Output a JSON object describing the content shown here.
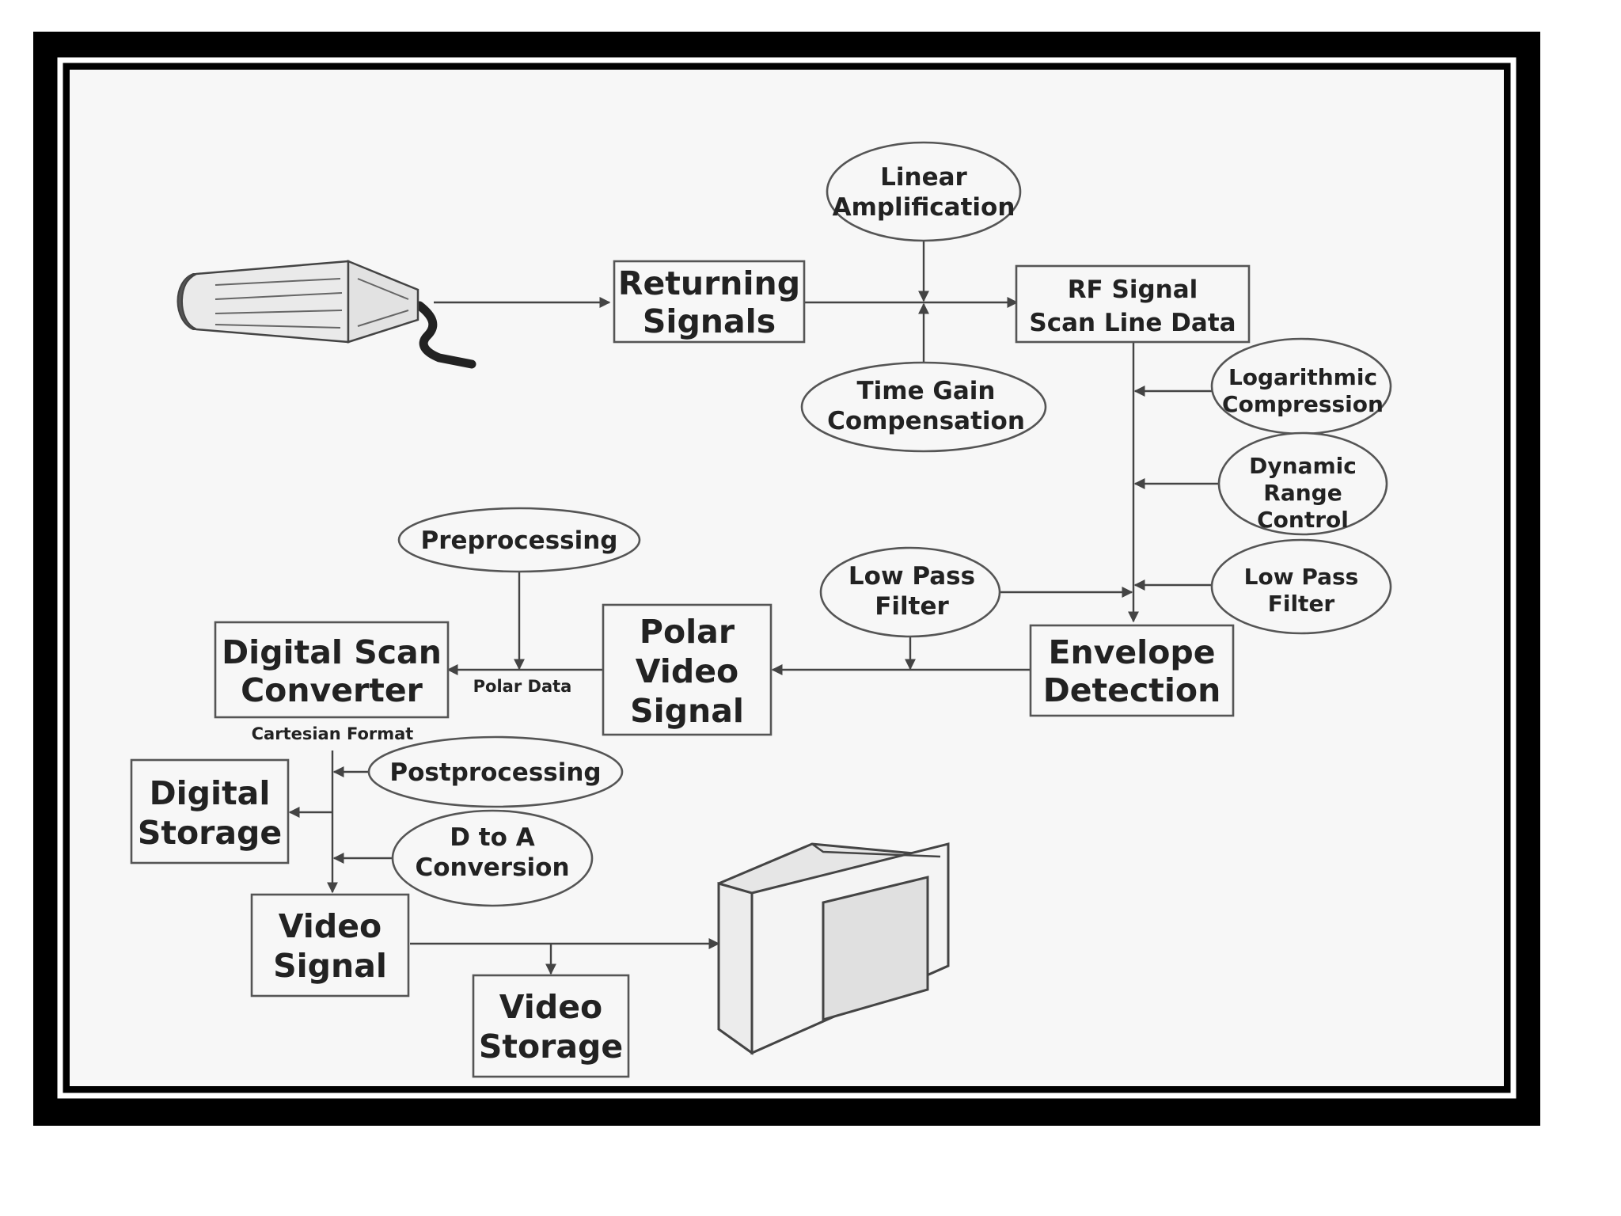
{
  "diagram": {
    "nodes": {
      "returning_signals": [
        "Returning",
        "Signals"
      ],
      "rf_signal": [
        "RF Signal",
        "Scan Line Data"
      ],
      "linear_amplification": [
        "Linear",
        "Amplification"
      ],
      "time_gain_compensation": [
        "Time Gain",
        "Compensation"
      ],
      "logarithmic_compression": [
        "Logarithmic",
        "Compression"
      ],
      "dynamic_range_control": [
        "Dynamic",
        "Range",
        "Control"
      ],
      "low_pass_filter_right": [
        "Low Pass",
        "Filter"
      ],
      "low_pass_filter_left": [
        "Low Pass",
        "Filter"
      ],
      "envelope_detection": [
        "Envelope",
        "Detection"
      ],
      "polar_video_signal": [
        "Polar",
        "Video",
        "Signal"
      ],
      "preprocessing": [
        "Preprocessing"
      ],
      "digital_scan_converter": [
        "Digital Scan",
        "Converter"
      ],
      "postprocessing": [
        "Postprocessing"
      ],
      "d_to_a_conversion": [
        "D to A",
        "Conversion"
      ],
      "digital_storage": [
        "Digital",
        "Storage"
      ],
      "video_signal": [
        "Video",
        "Signal"
      ],
      "video_storage": [
        "Video",
        "Storage"
      ]
    },
    "edge_labels": {
      "polar_data": "Polar Data",
      "cartesian_format": "Cartesian Format"
    },
    "icons": {
      "transducer": "ultrasound-transducer-icon",
      "monitor": "crt-monitor-icon"
    }
  }
}
